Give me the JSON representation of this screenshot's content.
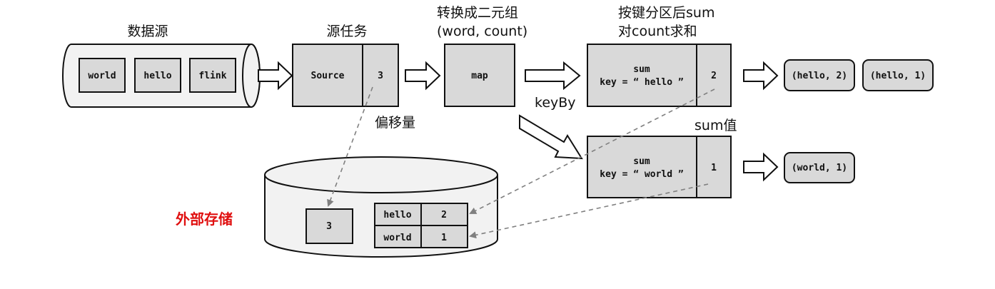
{
  "labels": {
    "data_source": "数据源",
    "source_task": "源任务",
    "transform_line1": "转换成二元组",
    "transform_line2": "(word, count)",
    "sum_line1": "按键分区后sum",
    "sum_line2": "对count求和",
    "offset": "偏移量",
    "keyby": "keyBy",
    "sum_value": "sum值",
    "external_storage": "外部存储"
  },
  "source_words": [
    "world",
    "hello",
    "flink"
  ],
  "source_task": {
    "name": "Source",
    "offset": "3"
  },
  "map_task": {
    "name": "map"
  },
  "sum_tasks": [
    {
      "name": "sum",
      "key": "key = “ hello ”",
      "value": "2"
    },
    {
      "name": "sum",
      "key": "key = “ world ”",
      "value": "1"
    }
  ],
  "outputs": [
    [
      "(hello, 2)",
      "(hello, 1)"
    ],
    [
      "(world, 1)"
    ]
  ],
  "storage": {
    "offset": "3",
    "table": [
      {
        "word": "hello",
        "count": "2"
      },
      {
        "word": "world",
        "count": "1"
      }
    ]
  },
  "colors": {
    "box_fill": "#d9d9d9",
    "stroke": "#111111",
    "dashed": "#808080",
    "storage_label": "#e01010"
  }
}
